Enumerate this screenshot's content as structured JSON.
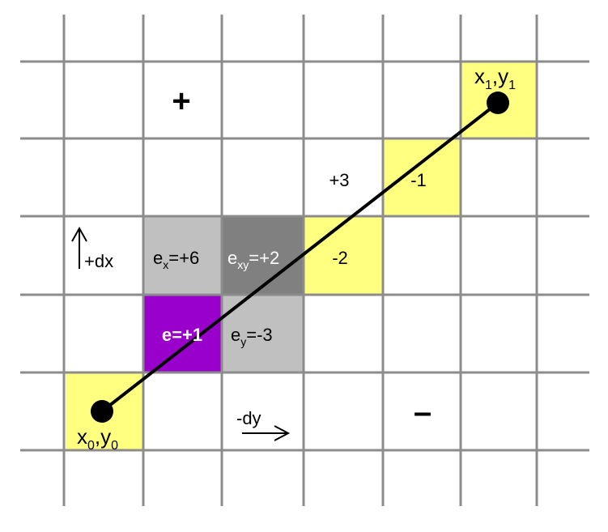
{
  "colors": {
    "grid": "#8c8c8c",
    "yellow": "#ffff80",
    "light_gray": "#c0c0c0",
    "dark_gray": "#808080",
    "purple": "#9900cc",
    "line": "#000000"
  },
  "endpoints": {
    "start": {
      "x": "x",
      "sub_x": "0",
      "y": "y",
      "sub_y": "0"
    },
    "end": {
      "x": "x",
      "sub_x": "1",
      "y": "y",
      "sub_y": "1"
    }
  },
  "signs": {
    "plus": "+",
    "minus": "–"
  },
  "cells": {
    "plus3": "+3",
    "minus1": "-1",
    "minus2": "-2",
    "ex": {
      "base": "e",
      "sub": "x",
      "rest": "=+6"
    },
    "exy": {
      "base": "e",
      "sub": "xy",
      "rest": "=+2"
    },
    "e": "e=+1",
    "ey": {
      "base": "e",
      "sub": "y",
      "rest": "=-3"
    }
  },
  "arrows": {
    "dx": "+dx",
    "dy": "-dy"
  }
}
